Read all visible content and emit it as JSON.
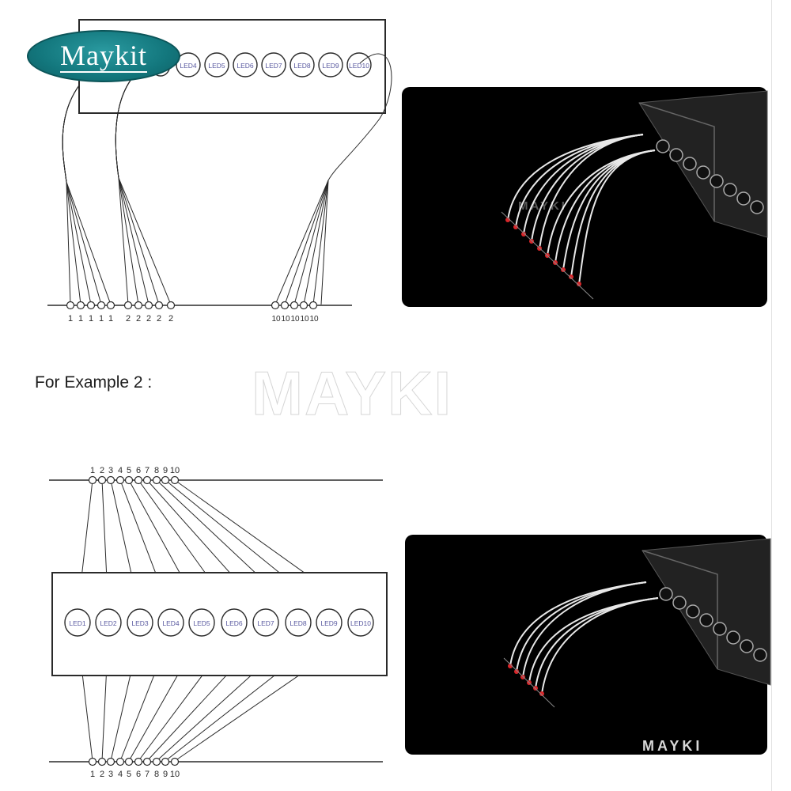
{
  "logo": {
    "text": "Maykit",
    "bg_color": "#13777d"
  },
  "watermark": {
    "main": "MAYKI",
    "photo_bottom": "MAYKI",
    "photo_top": "MAYKI"
  },
  "example1": {
    "leds_visible": [
      "LED4",
      "LED5",
      "LED6",
      "LED7",
      "LED8",
      "LED9",
      "LED10"
    ],
    "group_labels": [
      "1",
      "1",
      "1",
      "1",
      "1",
      "2",
      "2",
      "2",
      "2",
      "2"
    ],
    "group10_labels": [
      "10",
      "10",
      "10",
      "10",
      "10"
    ]
  },
  "example2": {
    "title": "For Example 2 :",
    "leds": [
      "LED1",
      "LED2",
      "LED3",
      "LED4",
      "LED5",
      "LED6",
      "LED7",
      "LED8",
      "LED9",
      "LED10"
    ],
    "top_numbers": [
      "1",
      "2",
      "3",
      "4",
      "5",
      "6",
      "7",
      "8",
      "9",
      "10"
    ],
    "bottom_numbers": [
      "1",
      "2",
      "3",
      "4",
      "5",
      "6",
      "7",
      "8",
      "9",
      "10"
    ]
  },
  "colors": {
    "line": "#2a2a2a",
    "led_text": "#5a5aa0",
    "photo_bg": "#000000",
    "fiber_tip": "#d8262a"
  }
}
